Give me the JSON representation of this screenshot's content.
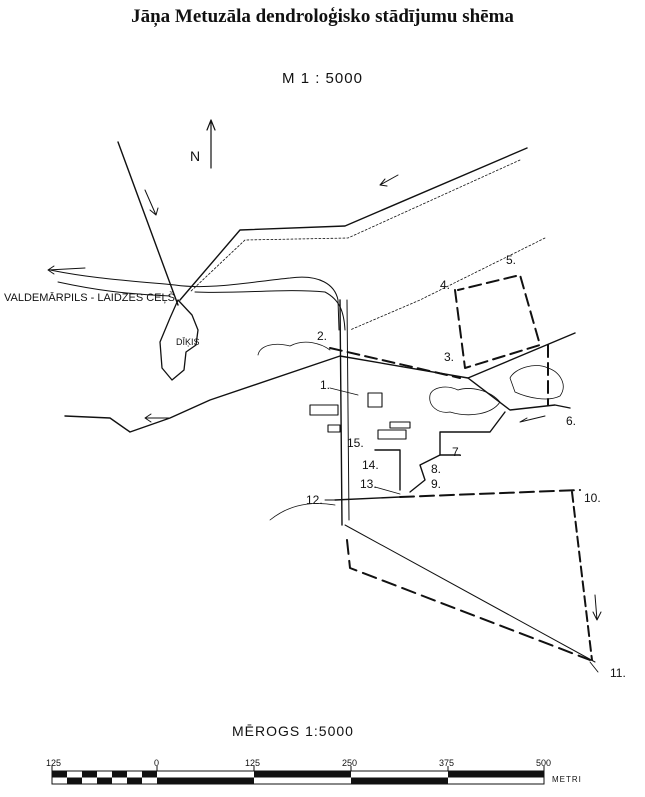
{
  "title": "Jāņa Metuzāla dendroloģisko stādījumu shēma",
  "scale_top": "M 1 : 5000",
  "north": "N",
  "road_label": "VALDEMĀRPILS - LAIDZES CEĻŠ",
  "pond_label": "DĪĶIS",
  "point_labels": [
    "1.",
    "2.",
    "3.",
    "4.",
    "5.",
    "6.",
    "7.",
    "8.",
    "9.",
    "10.",
    "11.",
    "12.",
    "13.",
    "14.",
    "15."
  ],
  "scale_bar": {
    "title": "MĒROGS  1:5000",
    "ticks": [
      "125",
      "0",
      "125",
      "250",
      "375",
      "500"
    ],
    "unit": "METRI"
  }
}
